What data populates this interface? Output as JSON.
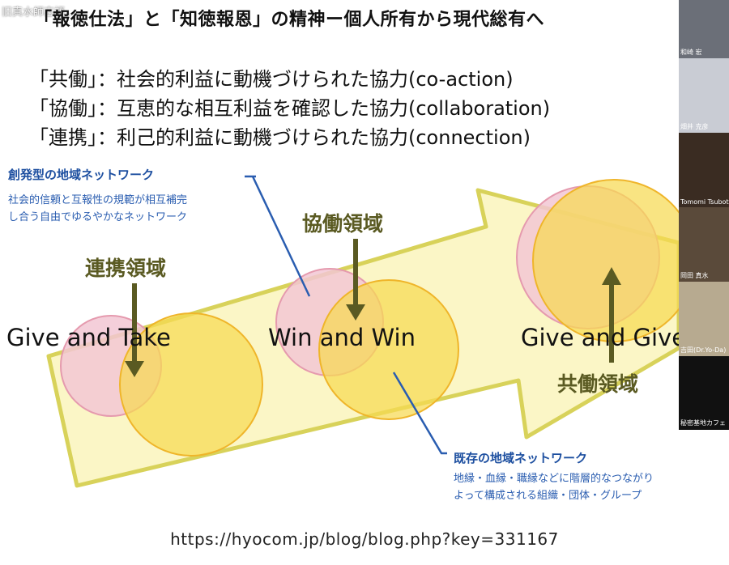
{
  "overlay": {
    "window_title": "旧真水師志語..."
  },
  "slide": {
    "title": "「報徳仕法」と「知徳報恩」の精神ー個人所有から現代総有へ",
    "definitions": [
      "「共働」：社会的利益に動機づけられた協力(co-action)",
      "「協働」：互恵的な相互利益を確認した協力(collaboration)",
      "「連携」：利己的利益に動機づけられた協力(connection)"
    ],
    "creative_network": {
      "title": "創発型の地域ネットワーク",
      "line1": "社会的信頼と互報性の規範が相互補完",
      "line2": "し合う自由でゆるやかなネットワーク"
    },
    "existing_network": {
      "title": "既存の地域ネットワーク",
      "line1": "地縁・血縁・職縁などに階層的なつながり",
      "line2": "よって構成される組織・団体・グループ"
    },
    "regions": {
      "connect": "連携領域",
      "collab": "協働領域",
      "coact": "共働領域"
    },
    "phrases": {
      "give_take": "Give and Take",
      "win_win": "Win and Win",
      "give_give": "Give and Give"
    },
    "colors": {
      "arrow_fill": "#fbf6c6",
      "arrow_stroke": "#d8d25a",
      "yellow_circle": "#f6da52",
      "pink_circle": "#f2c7d3",
      "annotation_blue": "#1d4fa0",
      "region_arrow": "#5a5a22"
    }
  },
  "participants": [
    {
      "name": "和崎 宏",
      "bg": "#6b6f78"
    },
    {
      "name": "畑井 克彦",
      "bg": "#c9ccd4"
    },
    {
      "name": "Tomomi Tsubota",
      "bg": "#3a2c22"
    },
    {
      "name": "岡田 真水",
      "bg": "#5a4a3a"
    },
    {
      "name": "吉田(Dr.Yo-Da)",
      "bg": "#b7aa90"
    },
    {
      "name": "秘密基地カフェ",
      "bg": "#111111"
    }
  ],
  "footer": {
    "url": "https://hyocom.jp/blog/blog.php?key=331167"
  }
}
